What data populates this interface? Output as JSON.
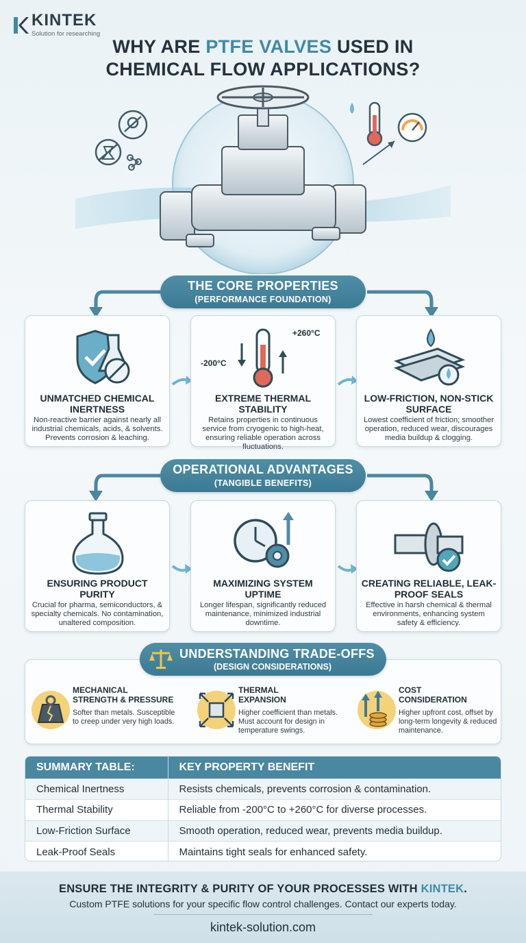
{
  "brand": {
    "name": "KINTEK",
    "tagline": "Solution for researching"
  },
  "title": {
    "line1_pre": "WHY ARE ",
    "line1_accent": "PTFE VALVES",
    "line1_post": " USED IN",
    "line2": "CHEMICAL FLOW APPLICATIONS?"
  },
  "core": {
    "heading": "THE CORE PROPERTIES",
    "subheading": "(PERFORMANCE FOUNDATION)",
    "cards": [
      {
        "title": "UNMATCHED CHEMICAL INERTNESS",
        "desc": "Non-reactive barrier against nearly all industrial chemicals, acids, & solvents. Prevents corrosion & leaching."
      },
      {
        "title": "EXTREME THERMAL STABILITY",
        "desc": "Retains properties in continuous service from cryogenic to high-heat, ensuring reliable operation across fluctuations.",
        "temp_high": "+260°C",
        "temp_low": "-200°C"
      },
      {
        "title": "LOW-FRICTION, NON-STICK SURFACE",
        "desc": "Lowest coefficient of friction; smoother operation, reduced wear, discourages media buildup & clogging."
      }
    ]
  },
  "operational": {
    "heading": "OPERATIONAL ADVANTAGES",
    "subheading": "(TANGIBLE BENEFITS)",
    "cards": [
      {
        "title": "ENSURING PRODUCT PURITY",
        "desc": "Crucial for pharma, semiconductors, & specialty chemicals. No contamination, unaltered composition."
      },
      {
        "title": "MAXIMIZING SYSTEM UPTIME",
        "desc": "Longer lifespan, significantly reduced maintenance, minimized industrial downtime."
      },
      {
        "title": "CREATING RELIABLE, LEAK-PROOF SEALS",
        "desc": "Effective in harsh chemical & thermal environments, enhancing system safety & efficiency."
      }
    ]
  },
  "tradeoffs": {
    "heading": "UNDERSTANDING TRADE-OFFS",
    "subheading": "(DESIGN CONSIDERATIONS)",
    "items": [
      {
        "title_l1": "MECHANICAL",
        "title_l2": "STRENGTH & PRESSURE",
        "desc": "Softer than metals. Susceptible to creep under very high loads."
      },
      {
        "title_l1": "THERMAL",
        "title_l2": "EXPANSION",
        "desc": "Higher coefficient than metals. Must account for design in temperature swings."
      },
      {
        "title_l1": "COST",
        "title_l2": "CONSIDERATION",
        "desc": "Higher upfront cost, offset by long-term longevity & reduced maintenance."
      }
    ]
  },
  "summary": {
    "col1": "SUMMARY TABLE:",
    "col2": "KEY PROPERTY BENEFIT",
    "rows": [
      {
        "property": "Chemical Inertness",
        "benefit": "Resists chemicals, prevents corrosion & contamination."
      },
      {
        "property": "Thermal Stability",
        "benefit": "Reliable from -200°C to +260°C for diverse processes."
      },
      {
        "property": "Low-Friction Surface",
        "benefit": "Smooth operation, reduced wear, prevents media buildup."
      },
      {
        "property": "Leak-Proof Seals",
        "benefit": "Maintains tight seals for enhanced safety."
      }
    ]
  },
  "footer": {
    "cta_pre": "ENSURE THE INTEGRITY & PURITY OF YOUR PROCESSES WITH ",
    "cta_accent": "KINTEK",
    "cta_post": ".",
    "sub": "Custom PTFE solutions for your specific flow control challenges. Contact our experts today.",
    "url": "kintek-solution.com"
  },
  "colors": {
    "accent": "#3f8aa6",
    "banner": "#4a87a0",
    "dark": "#1f2d36"
  }
}
